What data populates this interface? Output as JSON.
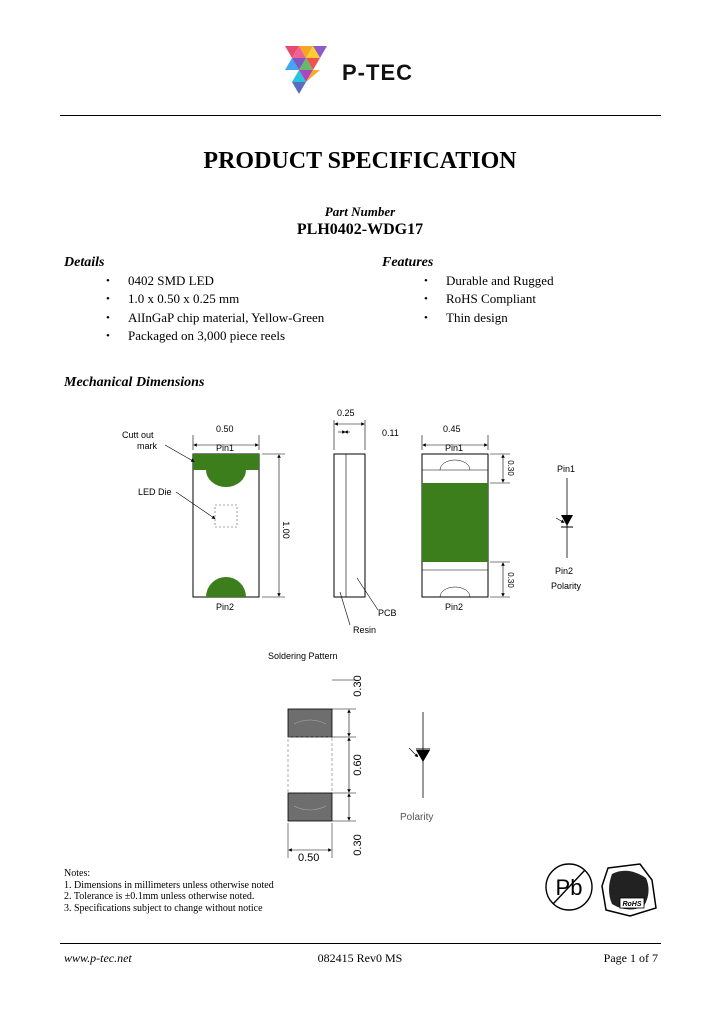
{
  "brand": {
    "name": "P-TEC",
    "logo": "p-tec-triangle-logo"
  },
  "title": "PRODUCT SPECIFICATION",
  "part": {
    "label": "Part Number",
    "value": "PLH0402-WDG17"
  },
  "details": {
    "heading": "Details",
    "items": [
      "0402 SMD LED",
      "1.0 x 0.50 x 0.25 mm",
      "AlInGaP chip material, Yellow-Green",
      "Packaged on 3,000 piece reels"
    ]
  },
  "features": {
    "heading": "Features",
    "items": [
      "Durable and Rugged",
      "RoHS Compliant",
      "Thin design"
    ]
  },
  "mechanical": {
    "heading": "Mechanical Dimensions",
    "front": {
      "width": "0.50",
      "pin1": "Pin1",
      "length": "1.00",
      "pin2": "Pin2",
      "cutout": "Cutt out",
      "cutout2": "mark",
      "led_die": "LED Die"
    },
    "side": {
      "thickness": "0.25",
      "top": "0.11",
      "pcb": "PCB",
      "resin": "Resin"
    },
    "back": {
      "width": "0.45",
      "pin1": "Pin1",
      "top_pad": "0.30",
      "bottom_pad": "0.30",
      "pin2": "Pin2"
    },
    "symbol": {
      "pin1": "Pin1",
      "pin2": "Pin2",
      "polarity": "Polarity"
    }
  },
  "soldering": {
    "title": "Soldering Pattern",
    "width": "0.50",
    "pad_top": "0.30",
    "gap": "0.60",
    "pad_bottom": "0.30",
    "polarity": "Polarity"
  },
  "notes": {
    "heading": "Notes:",
    "items": [
      "1. Dimensions in millimeters unless otherwise noted",
      "2. Tolerance is ±0.1mm unless otherwise noted.",
      "3. Specifications subject to change without notice"
    ]
  },
  "badges": {
    "pb": "Pb",
    "rohs": "RoHS"
  },
  "footer": {
    "website": "www.p-tec.net",
    "doc_code": "082415 Rev0 MS",
    "page": "Page 1 of 7"
  },
  "colors": {
    "pad_green": "#3c7d1c",
    "solder_gray": "#6e6e6e"
  }
}
